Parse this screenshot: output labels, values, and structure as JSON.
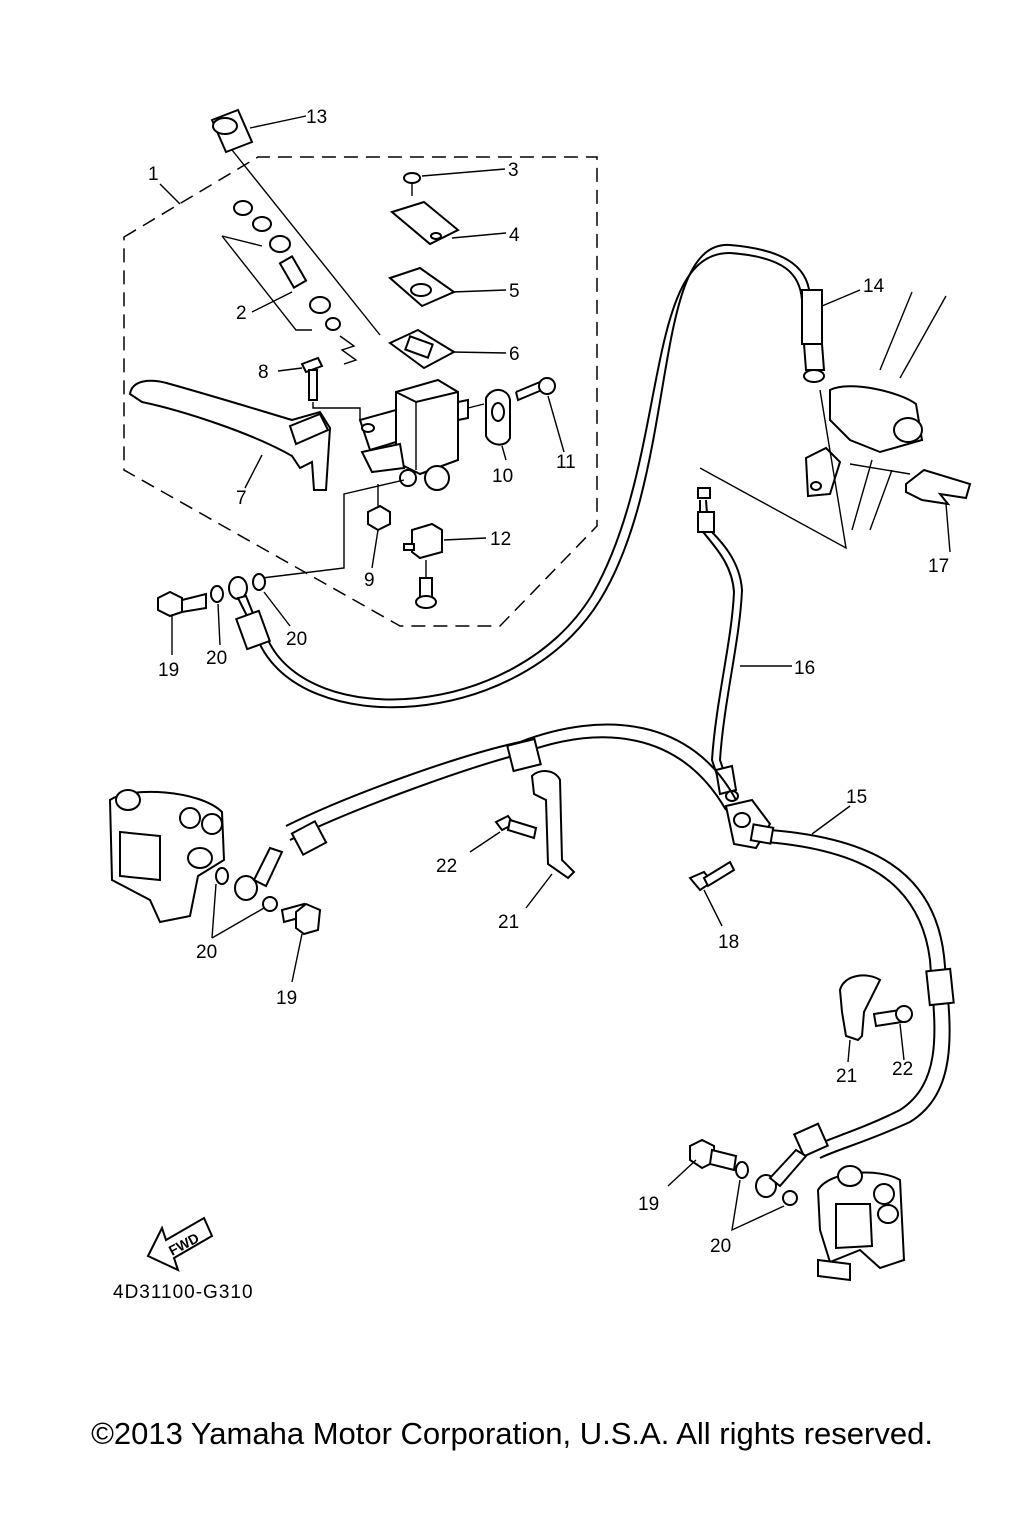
{
  "callouts": {
    "n1": "1",
    "n2": "2",
    "n3": "3",
    "n4": "4",
    "n5": "5",
    "n6": "6",
    "n7": "7",
    "n8": "8",
    "n9": "9",
    "n10": "10",
    "n11": "11",
    "n12": "12",
    "n13": "13",
    "n14": "14",
    "n15": "15",
    "n16": "16",
    "n17": "17",
    "n18": "18",
    "n19": "19",
    "n20": "20",
    "n21": "21",
    "n22": "22"
  },
  "fwd_label": "FWD",
  "diagram_code": "4D31100-G310",
  "copyright": "©2013 Yamaha Motor Corporation, U.S.A. All rights reserved."
}
